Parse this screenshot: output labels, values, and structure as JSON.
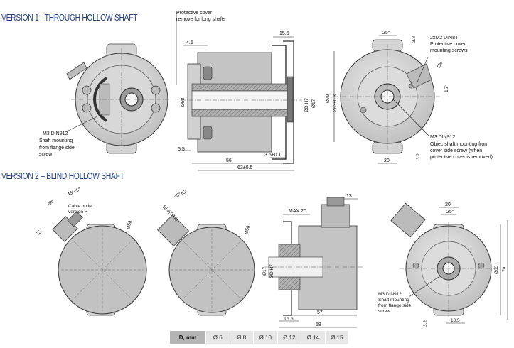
{
  "titles": {
    "version1": "VERSION 1 - THROUGH HOLLOW SHAFT",
    "version2": "VERSION 2 – BLIND HOLLOW SHAFT"
  },
  "v1_labels": {
    "protective_cover": "Protective cover",
    "remove_long_shafts": "remove for long shafts",
    "m3_din912_a": "M3 DIN912",
    "shaft_mount_a": "Shaft mounting",
    "from_flange_a": "from flange side",
    "screw_a": "screw",
    "m2_din84": "2xM2 DIN84",
    "prot_cover_mount": "Protective cover",
    "mounting_screws": "mounting screws",
    "m3_din912_b": "M3 DIN912",
    "objec_shaft": "Objec shaft mounting from",
    "cover_side_screw": "cover side screw (when",
    "prot_removed": "protective cover is removed)"
  },
  "v1_dims": {
    "d4_5": "4.5",
    "d15_5": "15.5",
    "d25deg": "25°",
    "d3_2a": "3.2",
    "d58": "Ø58",
    "dD_h7": "ØD H7",
    "d17": "Ø17",
    "d70": "Ø70",
    "d63": "Ø63±0.3",
    "d5_5": "5.5",
    "d56": "56",
    "d3_5": "3.5±0.1",
    "d63_5": "63±0.5",
    "d20": "20",
    "d3_2b": "3.2",
    "d8": "Ø8",
    "d15deg": "15°"
  },
  "v2_labels": {
    "cable_outlet": "Cable outlet",
    "version_r": "version R",
    "m3_din912": "M3 DIN912",
    "shaft_mounting": "Shaft mounting",
    "from_flange": "from flange side",
    "screw": "screw"
  },
  "v2_dims": {
    "d45a": "45°±5°",
    "d8a": "Ø8",
    "d13a": "13",
    "d58a": "Ø58",
    "d45b": "45°±5°",
    "d18_8": "18.8(C12)",
    "d58b": "Ø58",
    "max20": "MAX 20",
    "d13b": "13",
    "d17": "Ø17",
    "dD_h7": "ØD H7",
    "d15_5": "15.5",
    "d57": "57",
    "d58c": "58",
    "d20": "20",
    "d25deg": "25°",
    "d63": "Ø63",
    "d70": "70",
    "d3_2": "3.2",
    "d10_5": "10.5"
  },
  "d_table": {
    "header": "D, mm",
    "values": [
      "Ø 6",
      "Ø 8",
      "Ø 10",
      "Ø 12",
      "Ø 14",
      "Ø 15"
    ]
  }
}
